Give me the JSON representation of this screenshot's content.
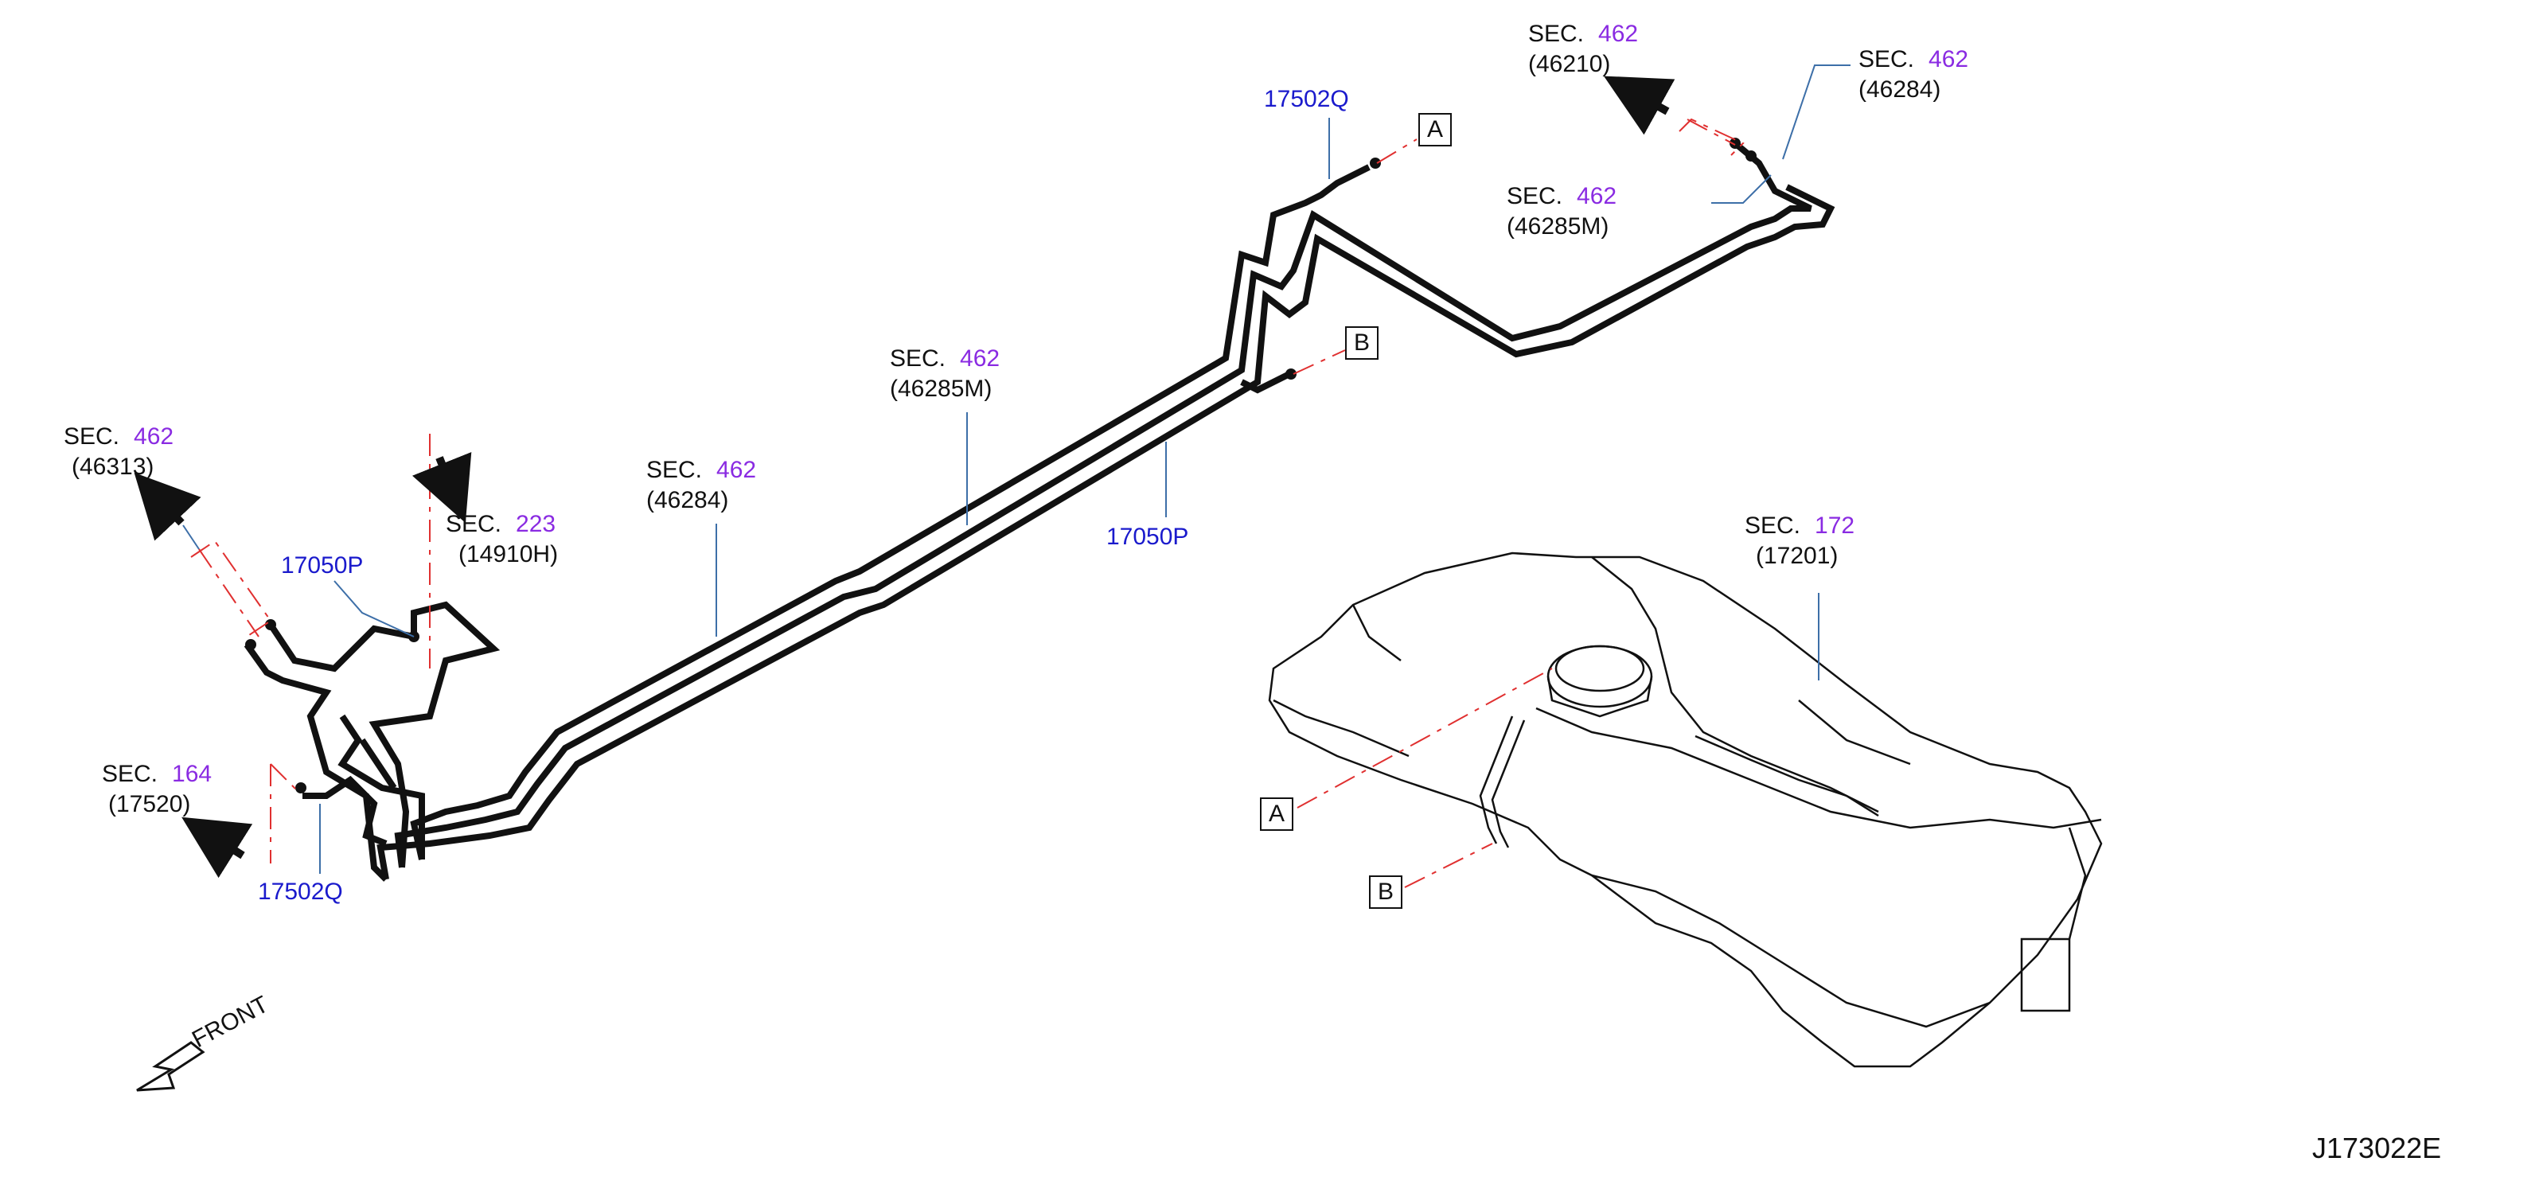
{
  "colors": {
    "line": "#111111",
    "leader": "#3d6fa8",
    "phantom": "#e03030",
    "section_number": "#8a2be2",
    "part_number": "#1a1acc"
  },
  "labels": {
    "sec_46313": {
      "sec": "SEC.",
      "num": "462",
      "ref": "(46313)"
    },
    "sec_14910h": {
      "sec": "SEC.",
      "num": "223",
      "ref": "(14910H)"
    },
    "sec_17520": {
      "sec": "SEC.",
      "num": "164",
      "ref": "(17520)"
    },
    "sec_46284_mid": {
      "sec": "SEC.",
      "num": "462",
      "ref": "(46284)"
    },
    "sec_46285m_mid": {
      "sec": "SEC.",
      "num": "462",
      "ref": "(46285M)"
    },
    "sec_46210": {
      "sec": "SEC.",
      "num": "462",
      "ref": "(46210)"
    },
    "sec_46284_top": {
      "sec": "SEC.",
      "num": "462",
      "ref": "(46284)"
    },
    "sec_46285m_top": {
      "sec": "SEC.",
      "num": "462",
      "ref": "(46285M)"
    },
    "sec_17201": {
      "sec": "SEC.",
      "num": "172",
      "ref": "(17201)"
    }
  },
  "part_numbers": {
    "p17050p_left": "17050P",
    "p17502q_left": "17502Q",
    "p17050p_mid": "17050P",
    "p17502q_top": "17502Q"
  },
  "connectors": {
    "a_top": "A",
    "b_top": "B",
    "a_tank": "A",
    "b_tank": "B"
  },
  "front_label": "FRONT",
  "diagram_code": "J173022E"
}
